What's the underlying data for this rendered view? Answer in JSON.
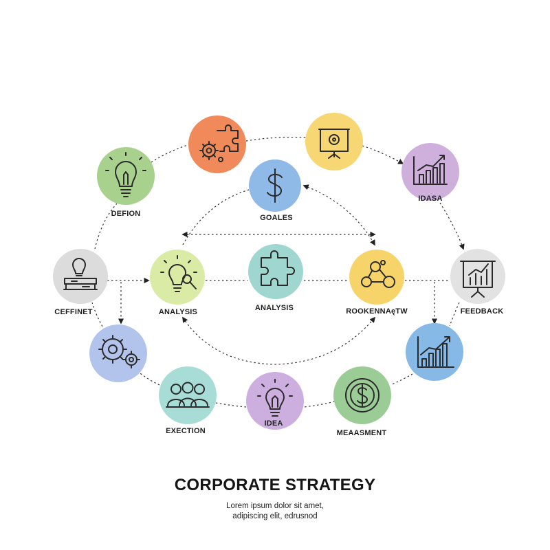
{
  "title": "CORPORATE STRATEGY",
  "subtitle_lines": [
    "Lorem ipsum dolor sit amet,",
    "adipiscing elit, edrusnod"
  ],
  "nodes": [
    {
      "id": "defion",
      "label": "DEFION",
      "color": "#a9d18e",
      "icon": "lightbulb-icon"
    },
    {
      "id": "gear-puzzle",
      "label": "",
      "color": "#f08a5a",
      "icon": "gear-puzzle-icon"
    },
    {
      "id": "presentation-top",
      "label": "",
      "color": "#f7d774",
      "icon": "presentation-board-icon"
    },
    {
      "id": "idasa",
      "label": "IDASA",
      "color": "#cfb0dd",
      "icon": "bar-chart-icon"
    },
    {
      "id": "goales",
      "label": "GOALES",
      "color": "#8fb9e6",
      "icon": "dollar-sign-icon"
    },
    {
      "id": "ceffinet",
      "label": "CEFFINET",
      "color": "#dcdcdc",
      "icon": "lightbulb-stack-icon"
    },
    {
      "id": "analysis-left",
      "label": "ANALYSIS",
      "color": "#d9eba5",
      "icon": "lightbulb-magnifier-icon"
    },
    {
      "id": "analysis-center",
      "label": "ANALYSIS",
      "color": "#9fd7d0",
      "icon": "puzzle-icon"
    },
    {
      "id": "roockenna",
      "label": "ROOKENNAęTW",
      "color": "#f7d46a",
      "icon": "network-nodes-icon"
    },
    {
      "id": "feedback",
      "label": "FEEDBACK",
      "color": "#e2e2e2",
      "icon": "presentation-chart-icon"
    },
    {
      "id": "gears",
      "label": "",
      "color": "#b3c4ec",
      "icon": "gears-icon"
    },
    {
      "id": "bar-chart-right",
      "label": "",
      "color": "#87b9e6",
      "icon": "growth-chart-icon"
    },
    {
      "id": "exection",
      "label": "EXECTION",
      "color": "#a7ddd6",
      "icon": "team-icon"
    },
    {
      "id": "idea",
      "label": "IDEA",
      "color": "#ccaedf",
      "icon": "lightbulb-icon"
    },
    {
      "id": "meaasment",
      "label": "MEAASMENT",
      "color": "#9ccc95",
      "icon": "dollar-coin-icon"
    }
  ]
}
